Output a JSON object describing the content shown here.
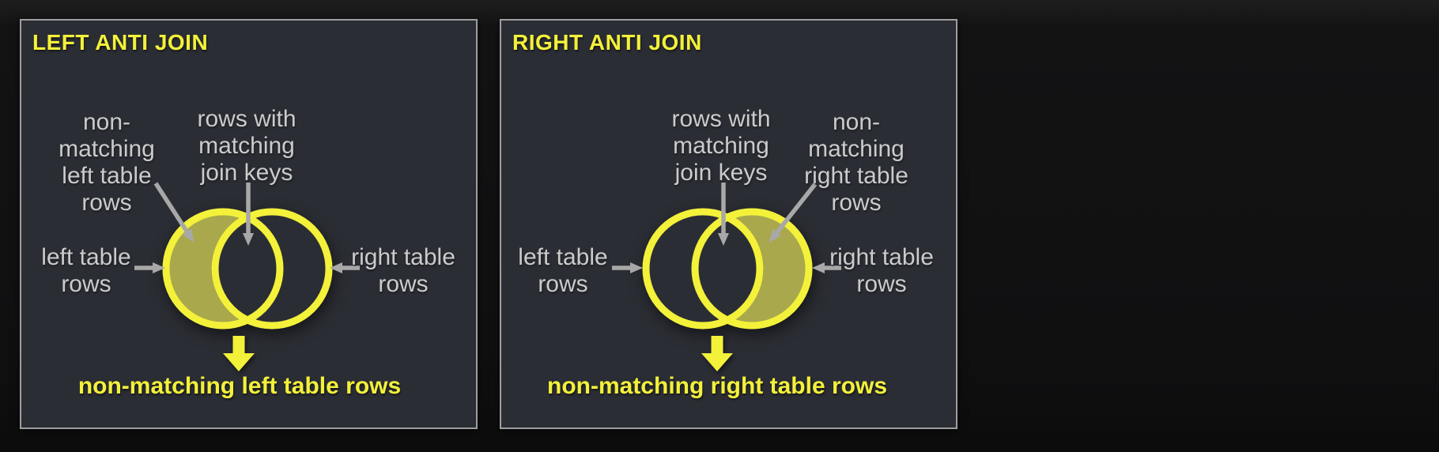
{
  "colors": {
    "background": "#131314",
    "panel_bg": "#2b2d34",
    "panel_border": "#9e9ea0",
    "yellow": "#f3f13a",
    "olive_fill": "#a9a84c",
    "gray_text": "#cbcbcb",
    "gray_arrow": "#a8a8a8"
  },
  "panels": [
    {
      "title": "LEFT ANTI JOIN",
      "labels": {
        "outer": [
          "non-",
          "matching",
          "left table",
          "rows"
        ],
        "intersection": [
          "rows with",
          "matching",
          "join keys"
        ],
        "left": [
          "left table",
          "rows"
        ],
        "right": [
          "right table",
          "rows"
        ]
      },
      "result": "non-matching left table rows",
      "highlighted_region": "left crescent — left table rows without matching join keys"
    },
    {
      "title": "RIGHT ANTI JOIN",
      "labels": {
        "intersection": [
          "rows with",
          "matching",
          "join keys"
        ],
        "outer": [
          "non-",
          "matching",
          "right table",
          "rows"
        ],
        "left": [
          "left table",
          "rows"
        ],
        "right": [
          "right table",
          "rows"
        ]
      },
      "result": "non-matching right table rows",
      "highlighted_region": "right crescent — right table rows without matching join keys"
    }
  ]
}
